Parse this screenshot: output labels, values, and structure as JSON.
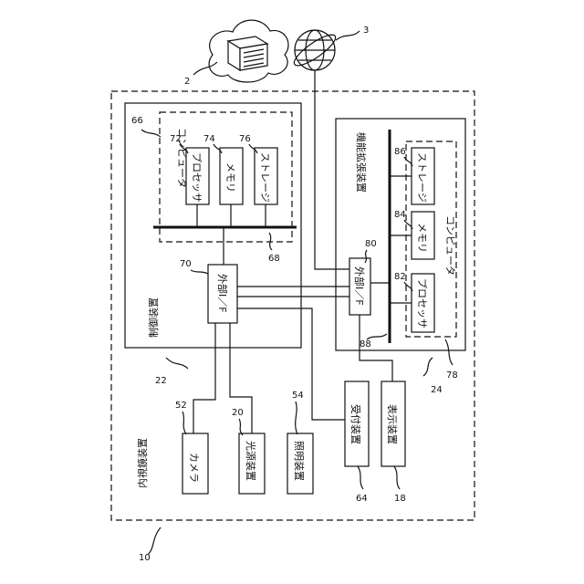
{
  "diagram": {
    "refs": {
      "server": "2",
      "network": "3",
      "endoscope_system": "10",
      "light_source": "20",
      "control_device": "22",
      "expansion_device": "24",
      "camera": "52",
      "illumination": "54",
      "receiver": "64",
      "display": "18",
      "computer_a": "66",
      "bus_a": "68",
      "ext_if_a": "70",
      "processor_a": "72",
      "memory_a": "74",
      "storage_a": "76",
      "computer_b": "78",
      "ext_if_b": "80",
      "processor_b": "82",
      "memory_b": "84",
      "storage_b": "86",
      "bus_b": "88"
    },
    "labels": {
      "endoscope_system": "内視鏡装置",
      "control_device": "制御装置",
      "computer_a": "コンピュータ",
      "processor_a": "プロセッサ",
      "memory_a": "メモリ",
      "storage_a": "ストレージ",
      "ext_if_a": "外部I／F",
      "expansion_device": "機能拡張装置",
      "computer_b": "コンピュータ",
      "ext_if_b": "外部I／F",
      "processor_b": "プロセッサ",
      "memory_b": "メモリ",
      "storage_b": "ストレージ",
      "camera": "カメラ",
      "light_source": "光源装置",
      "illumination": "照明装置",
      "receiver": "受付装置",
      "display": "表示装置"
    }
  }
}
